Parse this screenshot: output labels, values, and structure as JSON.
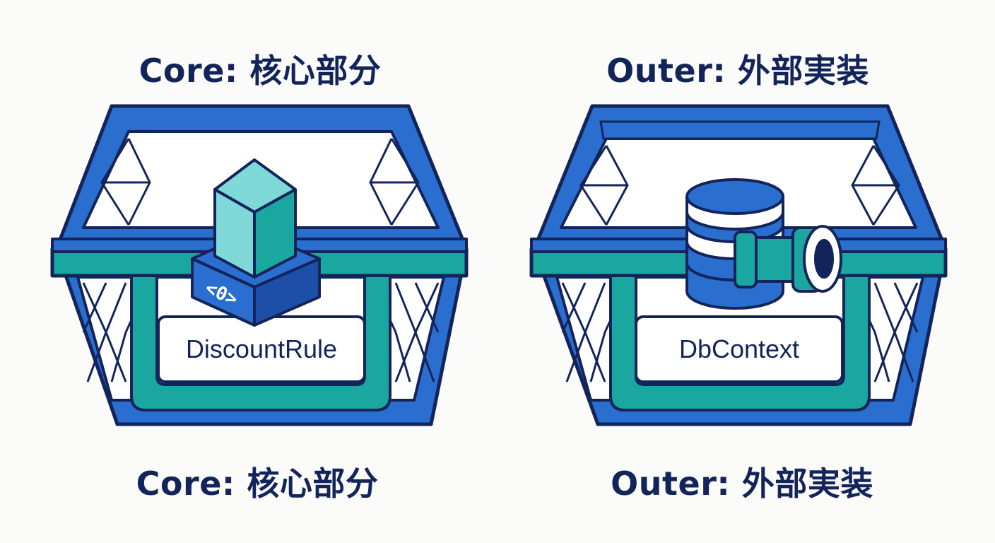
{
  "panels": [
    {
      "id": "core",
      "top_title": "Core: 核心部分",
      "bottom_title": "Core: 核心部分",
      "component_label": "DiscountRule",
      "icon": "code-cube-icon",
      "code_glyph": "<0>"
    },
    {
      "id": "outer",
      "top_title": "Outer: 外部実装",
      "bottom_title": "Outer: 外部実装",
      "component_label": "DbContext",
      "icon": "database-plug-icon"
    }
  ],
  "colors": {
    "navy": "#13245a",
    "blue": "#2a6fcf",
    "blue_dark": "#1d4fa8",
    "teal": "#1aa7a0",
    "teal_light": "#7fd9d9",
    "white": "#ffffff",
    "background": "#fbfbfa"
  }
}
